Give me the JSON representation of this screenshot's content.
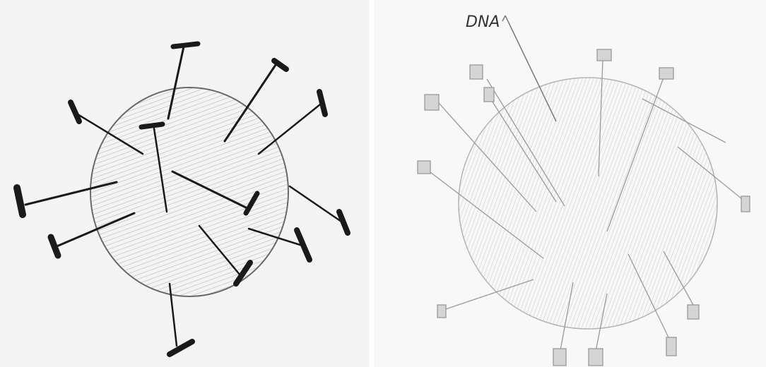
{
  "panels": [
    {
      "name": "left-sketch",
      "description_kind": "hand-drawn virus"
    },
    {
      "name": "right-sketch",
      "description_kind": "hand-drawn virus"
    }
  ],
  "right_panel": {
    "label_text": "DNA"
  },
  "colors": {
    "page_bg": "#ffffff",
    "left_paper": "#f4f4f4",
    "right_paper": "#f8f8f8",
    "ink_dark": "#1a1a1a",
    "pencil_light": "#9a9a9a",
    "shading": "#c9c9c9"
  }
}
